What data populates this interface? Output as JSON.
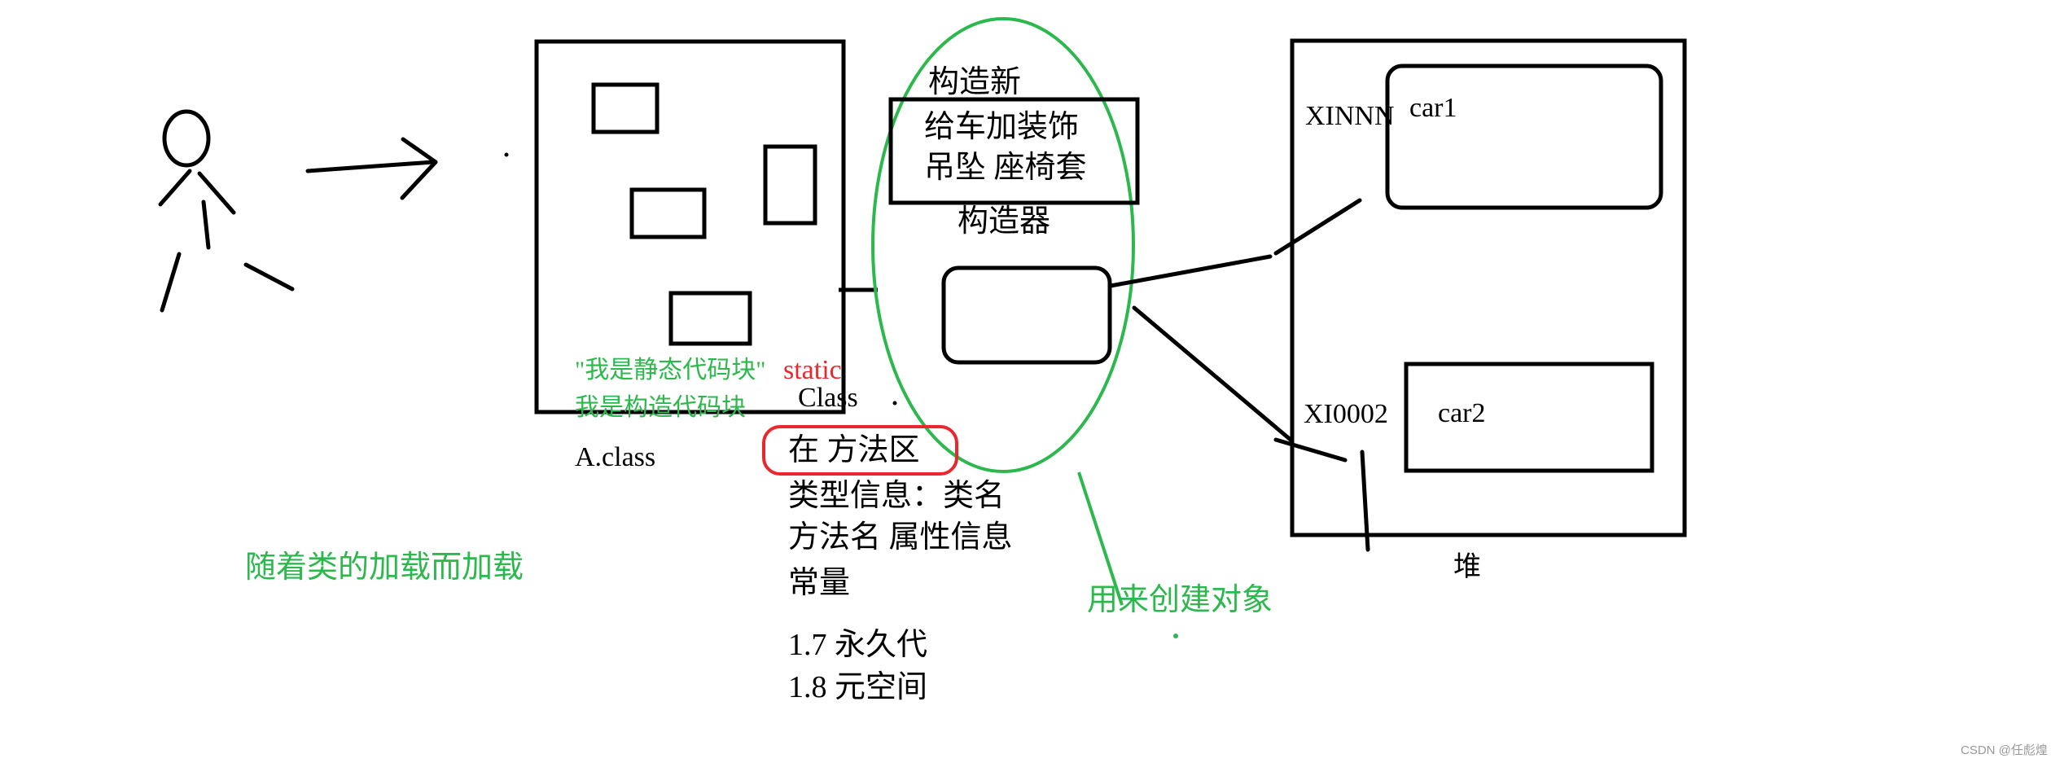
{
  "labels": {
    "construct_new": "构造新",
    "decorate_line1": "给车加装饰",
    "decorate_line2": "吊坠 座椅套",
    "constructor": "构造器",
    "static_block": "\"我是静态代码块\"",
    "static_kw": "static",
    "construct_block": "我是构造代码块",
    "class_word": "Class",
    "a_class": "A.class",
    "method_area": "在 方法区",
    "type_info": "类型信息：类名",
    "method_info": "方法名 属性信息",
    "constants": "常量",
    "perm_gen": "1.7 永久代",
    "metaspace": "1.8 元空间",
    "load_with_class": "随着类的加载而加载",
    "create_object": "用来创建对象",
    "addr1": "XINNN",
    "car1": "car1",
    "addr2": "XI0002",
    "car2": "car2",
    "heap": "堆"
  },
  "watermark": "CSDN @任彪煌",
  "colors": {
    "ink": "#000000",
    "green": "#2db84d",
    "red": "#e8282d"
  }
}
